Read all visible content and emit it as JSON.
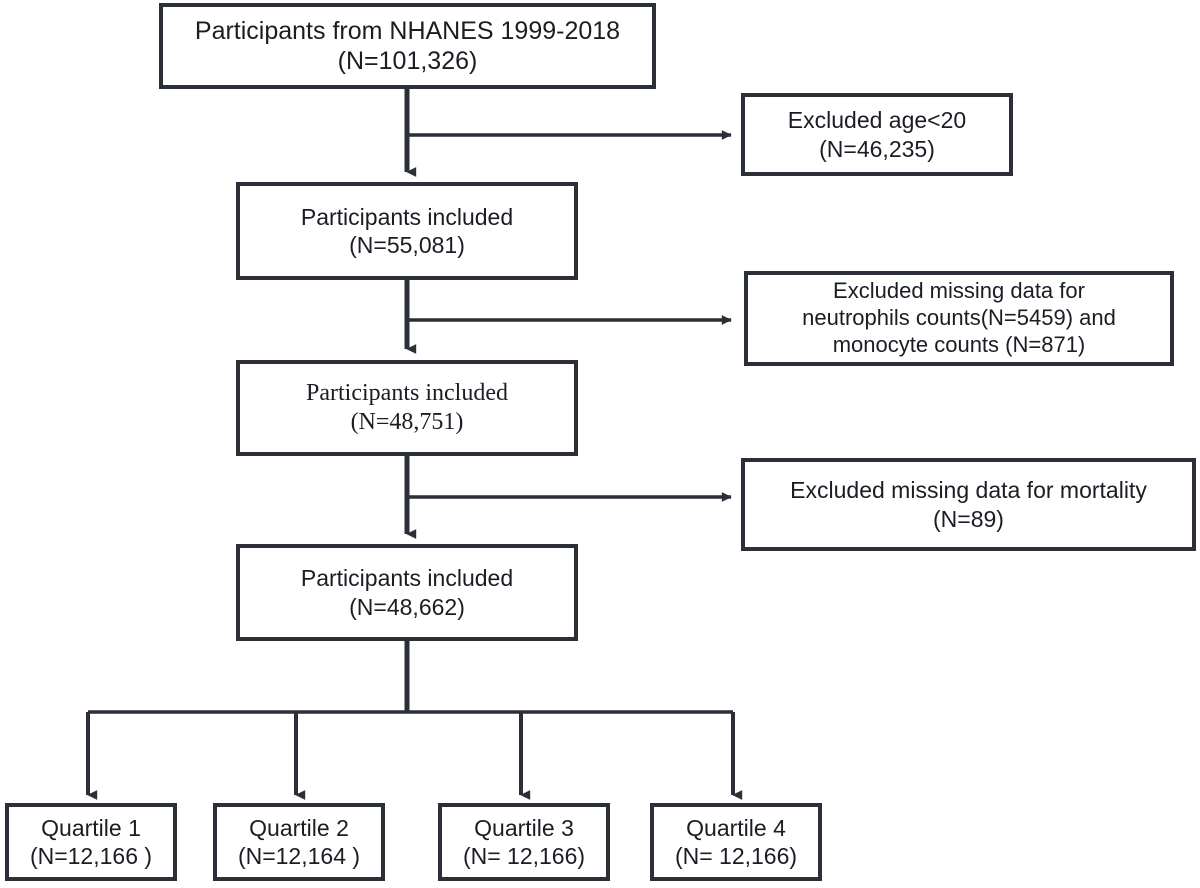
{
  "figure": {
    "type": "flowchart",
    "title": "NHANES participant selection flow diagram",
    "colors": {
      "box_border": "#2b2f38",
      "box_fill": "#ffffff",
      "connector": "#2b2f38",
      "text": "#1a1d23",
      "background": "#ffffff"
    }
  },
  "main_flow": [
    {
      "id": "source-population",
      "lines": [
        "Participants from NHANES 1999-2018",
        "(N=101,326)"
      ],
      "n_label": "(N=101,326)",
      "count": 101326
    },
    {
      "id": "included-after-age",
      "lines": [
        "Participants included",
        "(N=55,081)"
      ],
      "n_label": "(N=55,081)",
      "count": 55081
    },
    {
      "id": "included-after-counts",
      "lines": [
        "Participants included",
        "(N=48,751)"
      ],
      "n_label": "(N=48,751)",
      "count": 48751
    },
    {
      "id": "included-final",
      "lines": [
        "Participants included",
        "(N=48,662)"
      ],
      "n_label": "(N=48,662)",
      "count": 48662
    }
  ],
  "exclusions": [
    {
      "id": "excluded-age",
      "lines": [
        "Excluded age<20",
        "(N=46,235)"
      ],
      "count": 46235
    },
    {
      "id": "excluded-blood-counts",
      "lines": [
        "Excluded missing data for",
        "neutrophils counts(N=5459) and",
        "monocyte counts (N=871)"
      ],
      "counts": [
        5459,
        871
      ]
    },
    {
      "id": "excluded-mortality",
      "lines": [
        "Excluded missing data for mortality",
        "(N=89)"
      ],
      "count": 89
    }
  ],
  "quartiles": [
    {
      "id": "quartile-1",
      "lines": [
        "Quartile 1",
        "(N=12,166 )"
      ],
      "label": "Quartile 1",
      "count": 12166
    },
    {
      "id": "quartile-2",
      "lines": [
        "Quartile 2",
        "(N=12,164 )"
      ],
      "label": "Quartile 2",
      "count": 12164
    },
    {
      "id": "quartile-3",
      "lines": [
        "Quartile 3",
        "(N= 12,166)"
      ],
      "label": "Quartile 3",
      "count": 12166
    },
    {
      "id": "quartile-4",
      "lines": [
        "Quartile 4",
        "(N= 12,166)"
      ],
      "label": "Quartile 4",
      "count": 12166
    }
  ]
}
